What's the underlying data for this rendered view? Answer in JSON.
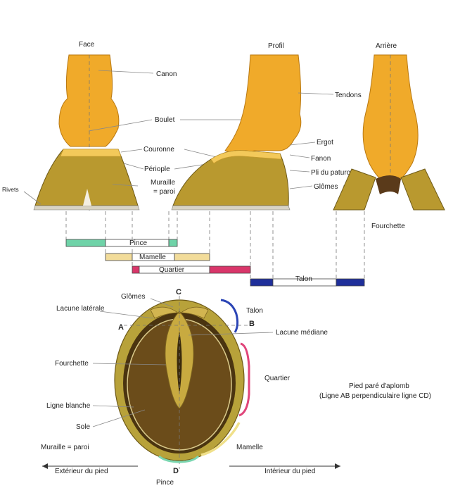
{
  "views": {
    "face": "Face",
    "profil": "Profil",
    "arriere": "Arrière"
  },
  "labels": {
    "canon": "Canon",
    "boulet": "Boulet",
    "couronne": "Couronne",
    "periople": "Périople",
    "muraille_1": "Muraille",
    "muraille_2": "= paroi",
    "rivets": "Rivets",
    "tendons": "Tendons",
    "ergot": "Ergot",
    "fanon": "Fanon",
    "pli_paturon": "Pli du paturon",
    "glomes_top": "Glômes",
    "fourchette_top": "Fourchette"
  },
  "segments": {
    "pince": "Pince",
    "mamelle": "Mamelle",
    "quartier": "Quartier",
    "talon": "Talon"
  },
  "sole_view": {
    "glomes": "Glômes",
    "lacune_laterale": "Lacune latérale",
    "lacune_mediane": "Lacune médiane",
    "fourchette": "Fourchette",
    "ligne_blanche": "Ligne blanche",
    "sole": "Sole",
    "muraille_paroi": "Muraille = paroi",
    "talon": "Talon",
    "quartier": "Quartier",
    "mamelle": "Mamelle",
    "pince": "Pince",
    "point_a": "A",
    "point_b": "B",
    "point_c": "C",
    "point_d": "D",
    "exterieur": "Extérieur du pied",
    "interieur": "Intérieur du pied",
    "note_1": "Pied paré d'aplomb",
    "note_2": "(Ligne AB perpendiculaire ligne CD)"
  },
  "colors": {
    "pince": "#6fd3a8",
    "mamelle": "#f2dc9a",
    "quartier": "#d9366a",
    "talon": "#1f2f9a",
    "brace_talon": "#2a44b5",
    "brace_quartier": "#e0457a",
    "brace_mamelle": "#f0e08a",
    "brace_pince": "#7ad6b0"
  }
}
